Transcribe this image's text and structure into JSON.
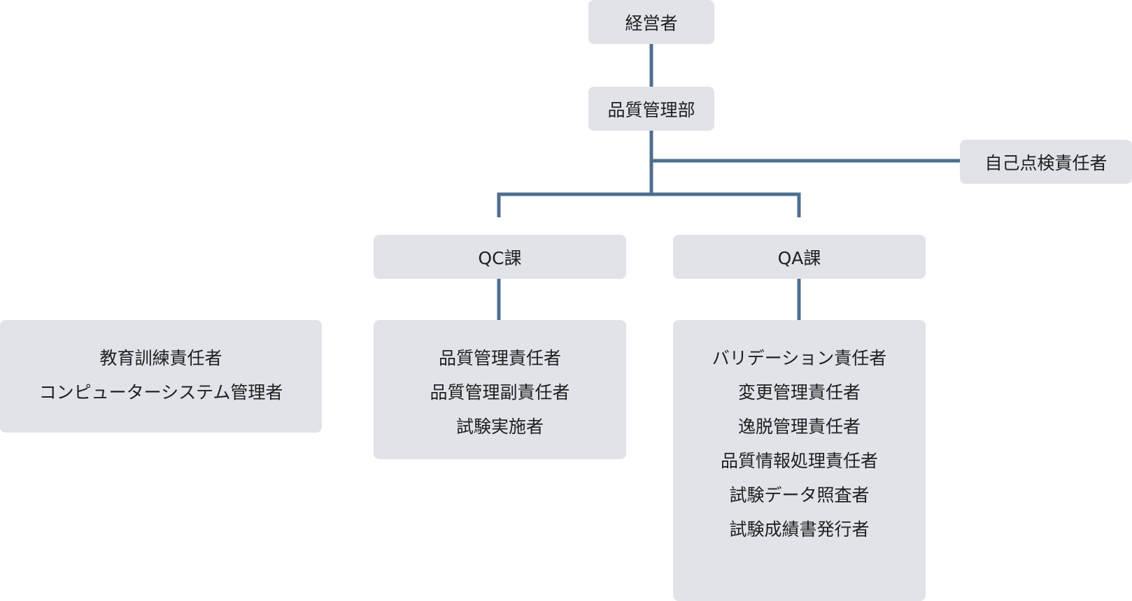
{
  "org": {
    "top": "経営者",
    "dept": "品質管理部",
    "self_inspection": "自己点検責任者",
    "qc": {
      "title": "QC課",
      "members": [
        "品質管理責任者",
        "品質管理副責任者",
        "試験実施者"
      ]
    },
    "qa": {
      "title": "QA課",
      "members": [
        "バリデーション責任者",
        "変更管理責任者",
        "逸脱管理責任者",
        "品質情報処理責任者",
        "試験データ照査者",
        "試験成績書発行者"
      ]
    },
    "other": [
      "教育訓練責任者",
      "コンピューターシステム管理者"
    ]
  },
  "colors": {
    "box": "#e1e3e9",
    "line": "#4e6f8e",
    "text": "#1f1f1f"
  }
}
